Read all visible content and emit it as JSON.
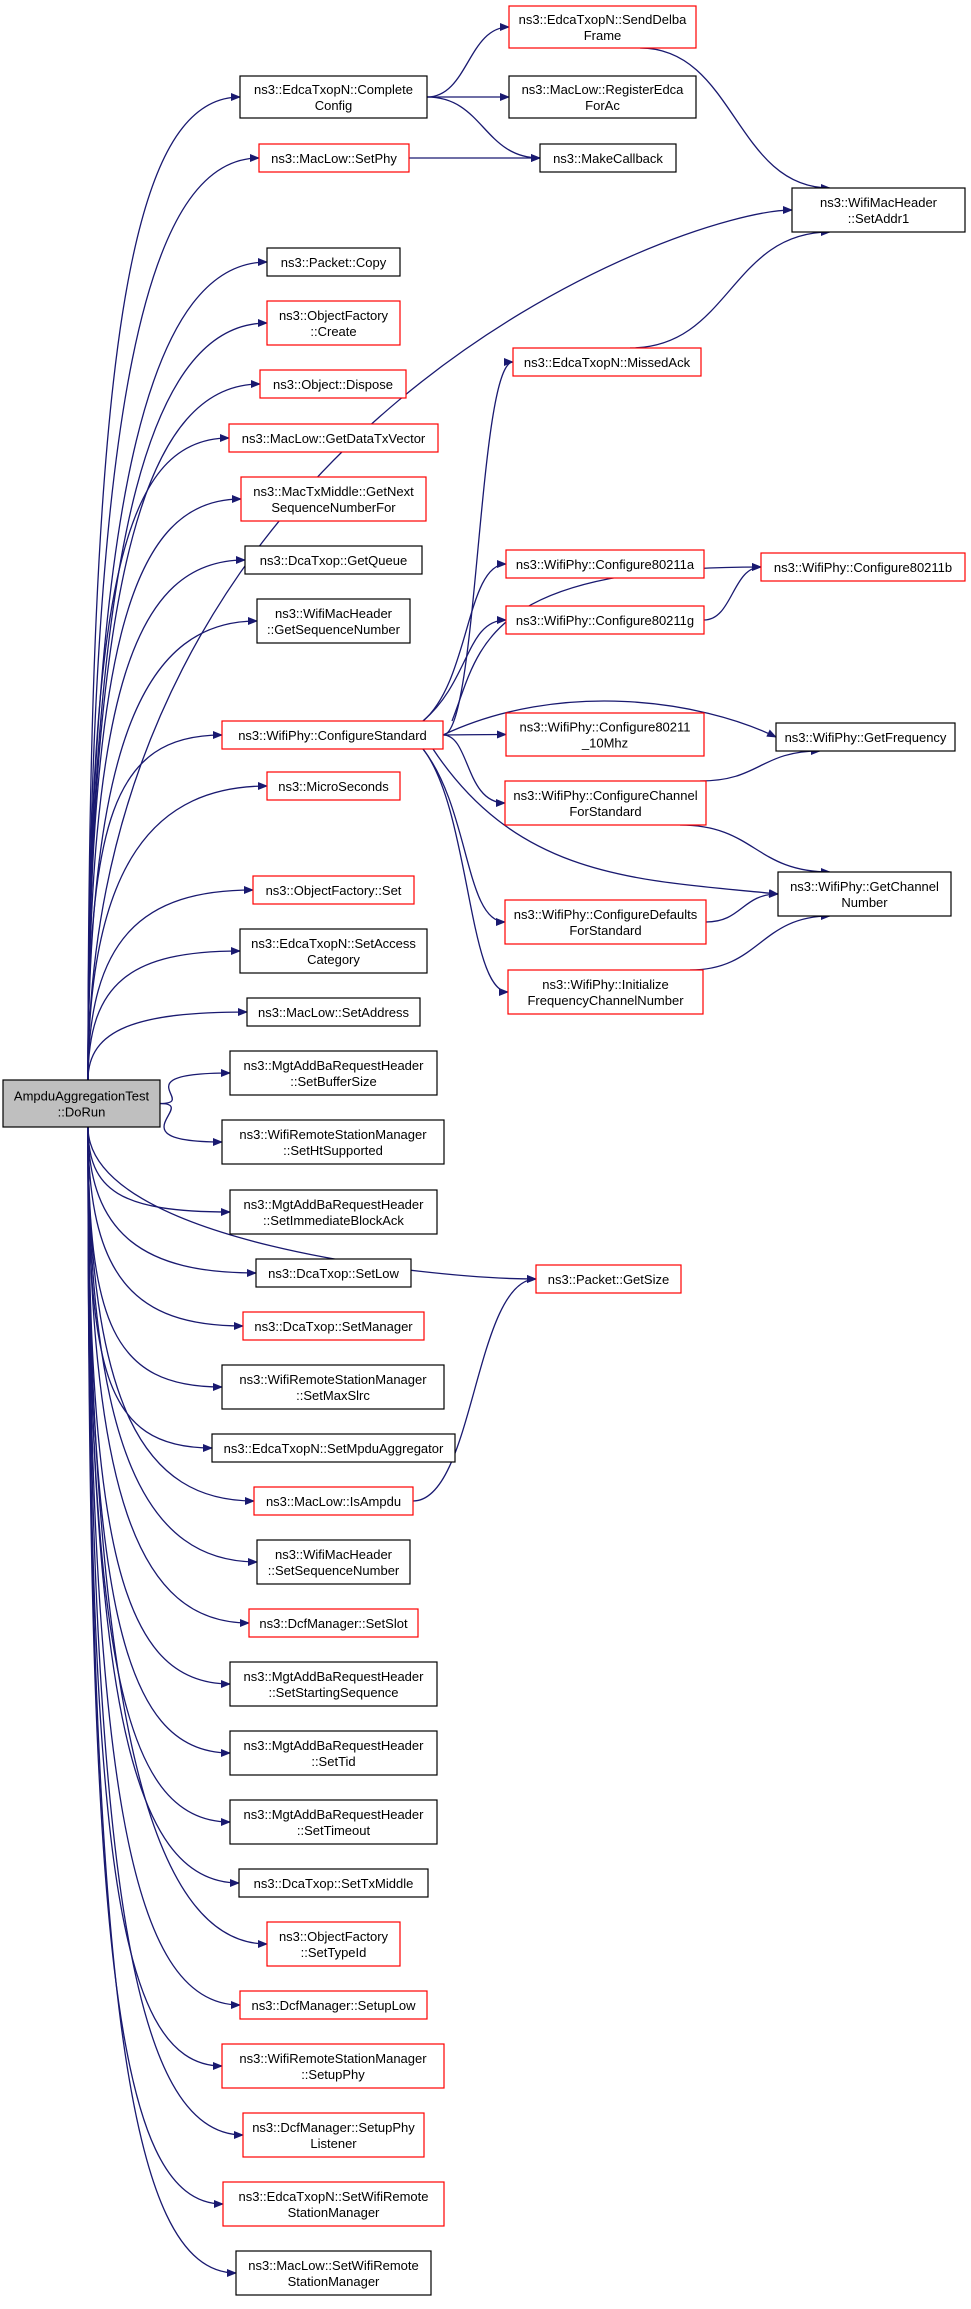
{
  "colors": {
    "edge": "#191970",
    "node_black": "#000000",
    "node_red": "#ff0000",
    "root_fill": "#bfbfbf",
    "node_fill": "#ffffff",
    "text": "#000000"
  },
  "nodes": [
    {
      "id": "root",
      "lines": [
        "AmpduAggregationTest",
        "::DoRun"
      ],
      "style": "root"
    },
    {
      "id": "complete_config",
      "lines": [
        "ns3::EdcaTxopN::Complete",
        "Config"
      ],
      "style": "black"
    },
    {
      "id": "send_delba",
      "lines": [
        "ns3::EdcaTxopN::SendDelba",
        "Frame"
      ],
      "style": "red"
    },
    {
      "id": "register_edca",
      "lines": [
        "ns3::MacLow::RegisterEdca",
        "ForAc"
      ],
      "style": "black"
    },
    {
      "id": "make_callback",
      "lines": [
        "ns3::MakeCallback"
      ],
      "style": "black"
    },
    {
      "id": "set_phy",
      "lines": [
        "ns3::MacLow::SetPhy"
      ],
      "style": "red"
    },
    {
      "id": "set_addr1",
      "lines": [
        "ns3::WifiMacHeader",
        "::SetAddr1"
      ],
      "style": "black"
    },
    {
      "id": "packet_copy",
      "lines": [
        "ns3::Packet::Copy"
      ],
      "style": "black"
    },
    {
      "id": "of_create",
      "lines": [
        "ns3::ObjectFactory",
        "::Create"
      ],
      "style": "red"
    },
    {
      "id": "obj_dispose",
      "lines": [
        "ns3::Object::Dispose"
      ],
      "style": "red"
    },
    {
      "id": "missed_ack",
      "lines": [
        "ns3::EdcaTxopN::MissedAck"
      ],
      "style": "red"
    },
    {
      "id": "get_data_tx",
      "lines": [
        "ns3::MacLow::GetDataTxVector"
      ],
      "style": "red"
    },
    {
      "id": "get_next_seq",
      "lines": [
        "ns3::MacTxMiddle::GetNext",
        "SequenceNumberFor"
      ],
      "style": "red"
    },
    {
      "id": "get_queue",
      "lines": [
        "ns3::DcaTxop::GetQueue"
      ],
      "style": "black"
    },
    {
      "id": "conf_a",
      "lines": [
        "ns3::WifiPhy::Configure80211a"
      ],
      "style": "red"
    },
    {
      "id": "conf_b",
      "lines": [
        "ns3::WifiPhy::Configure80211b"
      ],
      "style": "red"
    },
    {
      "id": "get_seq_num",
      "lines": [
        "ns3::WifiMacHeader",
        "::GetSequenceNumber"
      ],
      "style": "black"
    },
    {
      "id": "conf_g",
      "lines": [
        "ns3::WifiPhy::Configure80211g"
      ],
      "style": "red"
    },
    {
      "id": "conf_std",
      "lines": [
        "ns3::WifiPhy::ConfigureStandard"
      ],
      "style": "red"
    },
    {
      "id": "conf_10mhz",
      "lines": [
        "ns3::WifiPhy::Configure80211",
        "_10Mhz"
      ],
      "style": "red"
    },
    {
      "id": "get_freq",
      "lines": [
        "ns3::WifiPhy::GetFrequency"
      ],
      "style": "black"
    },
    {
      "id": "conf_chan_std",
      "lines": [
        "ns3::WifiPhy::ConfigureChannel",
        "ForStandard"
      ],
      "style": "red"
    },
    {
      "id": "microseconds",
      "lines": [
        "ns3::MicroSeconds"
      ],
      "style": "red"
    },
    {
      "id": "get_chan_num",
      "lines": [
        "ns3::WifiPhy::GetChannel",
        "Number"
      ],
      "style": "black"
    },
    {
      "id": "of_set",
      "lines": [
        "ns3::ObjectFactory::Set"
      ],
      "style": "red"
    },
    {
      "id": "conf_defaults",
      "lines": [
        "ns3::WifiPhy::ConfigureDefaults",
        "ForStandard"
      ],
      "style": "red"
    },
    {
      "id": "set_access_cat",
      "lines": [
        "ns3::EdcaTxopN::SetAccess",
        "Category"
      ],
      "style": "black"
    },
    {
      "id": "init_freq",
      "lines": [
        "ns3::WifiPhy::Initialize",
        "FrequencyChannelNumber"
      ],
      "style": "red"
    },
    {
      "id": "set_address",
      "lines": [
        "ns3::MacLow::SetAddress"
      ],
      "style": "black"
    },
    {
      "id": "set_buffer",
      "lines": [
        "ns3::MgtAddBaRequestHeader",
        "::SetBufferSize"
      ],
      "style": "black"
    },
    {
      "id": "set_ht",
      "lines": [
        "ns3::WifiRemoteStationManager",
        "::SetHtSupported"
      ],
      "style": "black"
    },
    {
      "id": "set_immediate",
      "lines": [
        "ns3::MgtAddBaRequestHeader",
        "::SetImmediateBlockAck"
      ],
      "style": "black"
    },
    {
      "id": "set_low",
      "lines": [
        "ns3::DcaTxop::SetLow"
      ],
      "style": "black"
    },
    {
      "id": "packet_getsize",
      "lines": [
        "ns3::Packet::GetSize"
      ],
      "style": "red"
    },
    {
      "id": "set_manager",
      "lines": [
        "ns3::DcaTxop::SetManager"
      ],
      "style": "red"
    },
    {
      "id": "set_max_slrc",
      "lines": [
        "ns3::WifiRemoteStationManager",
        "::SetMaxSlrc"
      ],
      "style": "black"
    },
    {
      "id": "set_mpdu_agg",
      "lines": [
        "ns3::EdcaTxopN::SetMpduAggregator"
      ],
      "style": "black"
    },
    {
      "id": "is_ampdu",
      "lines": [
        "ns3::MacLow::IsAmpdu"
      ],
      "style": "red"
    },
    {
      "id": "set_seq_num",
      "lines": [
        "ns3::WifiMacHeader",
        "::SetSequenceNumber"
      ],
      "style": "black"
    },
    {
      "id": "set_slot",
      "lines": [
        "ns3::DcfManager::SetSlot"
      ],
      "style": "red"
    },
    {
      "id": "set_start_seq",
      "lines": [
        "ns3::MgtAddBaRequestHeader",
        "::SetStartingSequence"
      ],
      "style": "black"
    },
    {
      "id": "set_tid",
      "lines": [
        "ns3::MgtAddBaRequestHeader",
        "::SetTid"
      ],
      "style": "black"
    },
    {
      "id": "set_timeout",
      "lines": [
        "ns3::MgtAddBaRequestHeader",
        "::SetTimeout"
      ],
      "style": "black"
    },
    {
      "id": "set_tx_middle",
      "lines": [
        "ns3::DcaTxop::SetTxMiddle"
      ],
      "style": "black"
    },
    {
      "id": "of_set_typeid",
      "lines": [
        "ns3::ObjectFactory",
        "::SetTypeId"
      ],
      "style": "red"
    },
    {
      "id": "setup_low",
      "lines": [
        "ns3::DcfManager::SetupLow"
      ],
      "style": "red"
    },
    {
      "id": "setup_phy",
      "lines": [
        "ns3::WifiRemoteStationManager",
        "::SetupPhy"
      ],
      "style": "red"
    },
    {
      "id": "setup_phy_listener",
      "lines": [
        "ns3::DcfManager::SetupPhy",
        "Listener"
      ],
      "style": "red"
    },
    {
      "id": "set_wrsm_edca",
      "lines": [
        "ns3::EdcaTxopN::SetWifiRemote",
        "StationManager"
      ],
      "style": "red"
    },
    {
      "id": "set_wrsm_maclow",
      "lines": [
        "ns3::MacLow::SetWifiRemote",
        "StationManager"
      ],
      "style": "black"
    }
  ],
  "edges": [
    [
      "root",
      "complete_config"
    ],
    [
      "root",
      "set_phy"
    ],
    [
      "root",
      "set_addr1"
    ],
    [
      "root",
      "packet_copy"
    ],
    [
      "root",
      "of_create"
    ],
    [
      "root",
      "obj_dispose"
    ],
    [
      "root",
      "get_data_tx"
    ],
    [
      "root",
      "get_next_seq"
    ],
    [
      "root",
      "get_queue"
    ],
    [
      "root",
      "get_seq_num"
    ],
    [
      "root",
      "conf_std"
    ],
    [
      "root",
      "microseconds"
    ],
    [
      "root",
      "packet_getsize"
    ],
    [
      "root",
      "of_set"
    ],
    [
      "root",
      "set_access_cat"
    ],
    [
      "root",
      "set_address"
    ],
    [
      "root",
      "set_buffer"
    ],
    [
      "root",
      "set_ht"
    ],
    [
      "root",
      "set_immediate"
    ],
    [
      "root",
      "set_low"
    ],
    [
      "root",
      "set_manager"
    ],
    [
      "root",
      "set_max_slrc"
    ],
    [
      "root",
      "set_mpdu_agg"
    ],
    [
      "root",
      "is_ampdu"
    ],
    [
      "root",
      "set_seq_num"
    ],
    [
      "root",
      "set_slot"
    ],
    [
      "root",
      "set_start_seq"
    ],
    [
      "root",
      "set_tid"
    ],
    [
      "root",
      "set_timeout"
    ],
    [
      "root",
      "set_tx_middle"
    ],
    [
      "root",
      "of_set_typeid"
    ],
    [
      "root",
      "setup_low"
    ],
    [
      "root",
      "setup_phy"
    ],
    [
      "root",
      "setup_phy_listener"
    ],
    [
      "root",
      "set_wrsm_edca"
    ],
    [
      "root",
      "set_wrsm_maclow"
    ],
    [
      "complete_config",
      "send_delba"
    ],
    [
      "complete_config",
      "register_edca"
    ],
    [
      "complete_config",
      "make_callback"
    ],
    [
      "set_phy",
      "make_callback"
    ],
    [
      "send_delba",
      "set_addr1"
    ],
    [
      "missed_ack",
      "set_addr1"
    ],
    [
      "conf_std",
      "missed_ack"
    ],
    [
      "conf_std",
      "conf_a"
    ],
    [
      "conf_std",
      "conf_b"
    ],
    [
      "conf_std",
      "conf_g"
    ],
    [
      "conf_std",
      "conf_10mhz"
    ],
    [
      "conf_std",
      "get_freq"
    ],
    [
      "conf_std",
      "conf_chan_std"
    ],
    [
      "conf_std",
      "get_chan_num"
    ],
    [
      "conf_std",
      "conf_defaults"
    ],
    [
      "conf_std",
      "init_freq"
    ],
    [
      "conf_g",
      "conf_b"
    ],
    [
      "conf_chan_std",
      "get_freq"
    ],
    [
      "conf_chan_std",
      "get_chan_num"
    ],
    [
      "conf_defaults",
      "get_chan_num"
    ],
    [
      "init_freq",
      "get_chan_num"
    ],
    [
      "is_ampdu",
      "packet_getsize"
    ]
  ]
}
